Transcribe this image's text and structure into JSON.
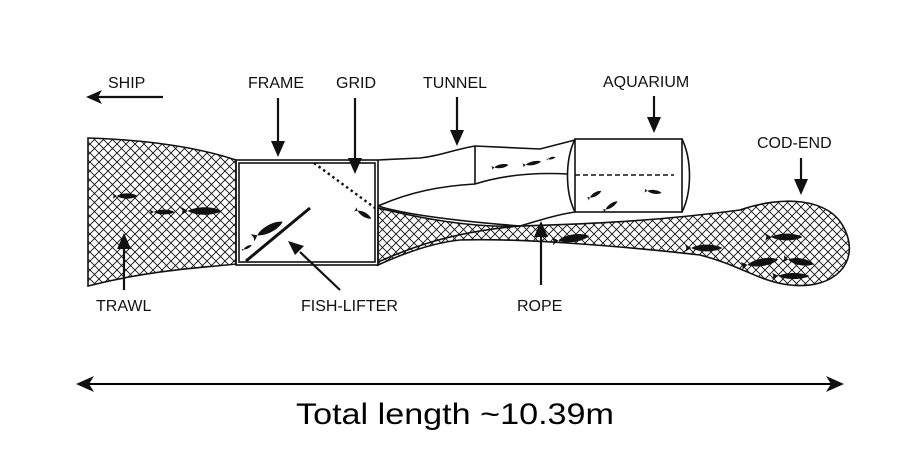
{
  "diagram": {
    "labels": {
      "ship": "SHIP",
      "frame": "FRAME",
      "grid": "GRID",
      "tunnel": "TUNNEL",
      "aquarium": "AQUARIUM",
      "cod_end": "COD-END",
      "trawl": "TRAWL",
      "fish_lifter": "FISH-LIFTER",
      "rope": "ROPE"
    },
    "caption": "Total length ~10.39m",
    "colors": {
      "ink": "#111111",
      "background": "#ffffff"
    }
  }
}
